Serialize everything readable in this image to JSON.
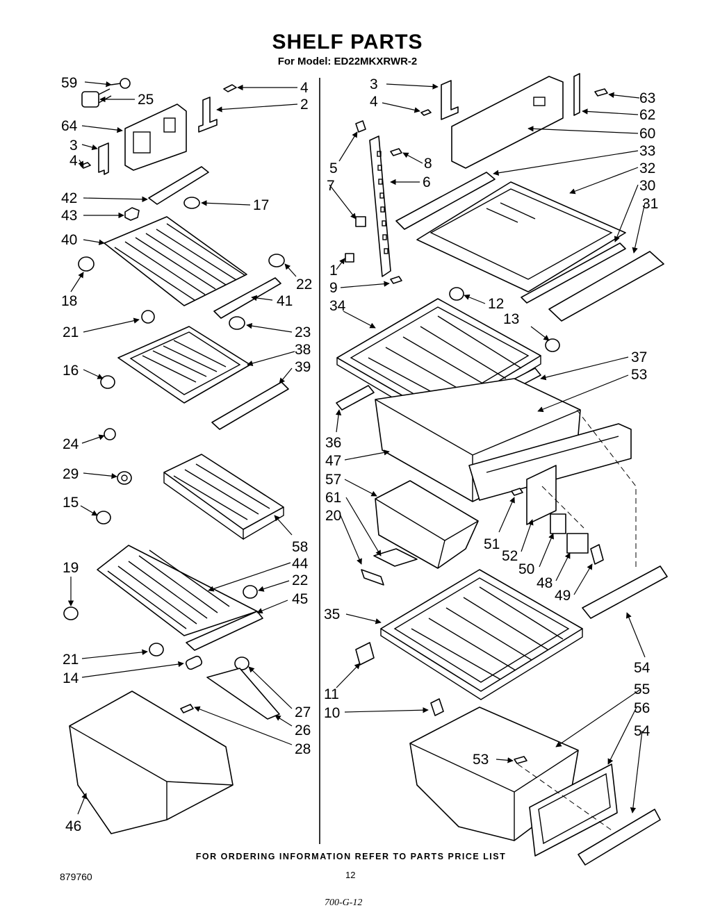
{
  "header": {
    "title": "SHELF PARTS",
    "model_line": "For Model: ED22MKXRWR-2"
  },
  "footer": {
    "ordering_note": "FOR ORDERING INFORMATION REFER TO PARTS PRICE LIST",
    "doc_number": "879760",
    "page_number": "12",
    "handwritten_code": "700-G-12"
  },
  "callouts": [
    {
      "id": "c59",
      "text": "59"
    },
    {
      "id": "c25",
      "text": "25"
    },
    {
      "id": "c4a",
      "text": "4"
    },
    {
      "id": "c2",
      "text": "2"
    },
    {
      "id": "c64",
      "text": "64"
    },
    {
      "id": "c3a",
      "text": "3"
    },
    {
      "id": "c4b",
      "text": "4"
    },
    {
      "id": "c42",
      "text": "42"
    },
    {
      "id": "c43",
      "text": "43"
    },
    {
      "id": "c17",
      "text": "17"
    },
    {
      "id": "c40",
      "text": "40"
    },
    {
      "id": "c18",
      "text": "18"
    },
    {
      "id": "c22a",
      "text": "22"
    },
    {
      "id": "c41",
      "text": "41"
    },
    {
      "id": "c21a",
      "text": "21"
    },
    {
      "id": "c23",
      "text": "23"
    },
    {
      "id": "c38",
      "text": "38"
    },
    {
      "id": "c16",
      "text": "16"
    },
    {
      "id": "c39",
      "text": "39"
    },
    {
      "id": "c24",
      "text": "24"
    },
    {
      "id": "c29",
      "text": "29"
    },
    {
      "id": "c15",
      "text": "15"
    },
    {
      "id": "c58",
      "text": "58"
    },
    {
      "id": "c19",
      "text": "19"
    },
    {
      "id": "c44",
      "text": "44"
    },
    {
      "id": "c22b",
      "text": "22"
    },
    {
      "id": "c45",
      "text": "45"
    },
    {
      "id": "c21b",
      "text": "21"
    },
    {
      "id": "c14",
      "text": "14"
    },
    {
      "id": "c27",
      "text": "27"
    },
    {
      "id": "c26",
      "text": "26"
    },
    {
      "id": "c28",
      "text": "28"
    },
    {
      "id": "c46",
      "text": "46"
    },
    {
      "id": "c3b",
      "text": "3"
    },
    {
      "id": "c4c",
      "text": "4"
    },
    {
      "id": "c63",
      "text": "63"
    },
    {
      "id": "c62",
      "text": "62"
    },
    {
      "id": "c60",
      "text": "60"
    },
    {
      "id": "c33",
      "text": "33"
    },
    {
      "id": "c5",
      "text": "5"
    },
    {
      "id": "c8",
      "text": "8"
    },
    {
      "id": "c32",
      "text": "32"
    },
    {
      "id": "c7",
      "text": "7"
    },
    {
      "id": "c6",
      "text": "6"
    },
    {
      "id": "c30",
      "text": "30"
    },
    {
      "id": "c31",
      "text": "31"
    },
    {
      "id": "c1",
      "text": "1"
    },
    {
      "id": "c9",
      "text": "9"
    },
    {
      "id": "c12",
      "text": "12"
    },
    {
      "id": "c34",
      "text": "34"
    },
    {
      "id": "c13",
      "text": "13"
    },
    {
      "id": "c37",
      "text": "37"
    },
    {
      "id": "c53a",
      "text": "53"
    },
    {
      "id": "c36",
      "text": "36"
    },
    {
      "id": "c47",
      "text": "47"
    },
    {
      "id": "c57",
      "text": "57"
    },
    {
      "id": "c61",
      "text": "61"
    },
    {
      "id": "c20",
      "text": "20"
    },
    {
      "id": "c51",
      "text": "51"
    },
    {
      "id": "c52",
      "text": "52"
    },
    {
      "id": "c50",
      "text": "50"
    },
    {
      "id": "c48",
      "text": "48"
    },
    {
      "id": "c49",
      "text": "49"
    },
    {
      "id": "c35",
      "text": "35"
    },
    {
      "id": "c54a",
      "text": "54"
    },
    {
      "id": "c11",
      "text": "11"
    },
    {
      "id": "c55",
      "text": "55"
    },
    {
      "id": "c10",
      "text": "10"
    },
    {
      "id": "c56",
      "text": "56"
    },
    {
      "id": "c54b",
      "text": "54"
    },
    {
      "id": "c53b",
      "text": "53"
    }
  ]
}
